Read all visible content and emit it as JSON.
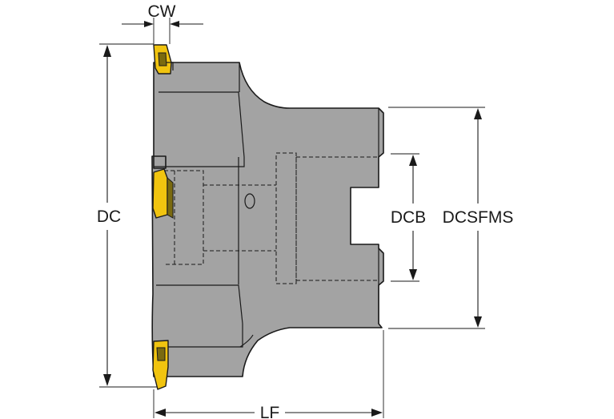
{
  "dimensions": {
    "cw": "CW",
    "dc": "DC",
    "dcb": "DCB",
    "dcsfms": "DCSFMS",
    "lf": "LF"
  },
  "colors": {
    "tool_body": "#a3a3a3",
    "insert": "#f1c40f",
    "outline": "#1a1a1a"
  }
}
